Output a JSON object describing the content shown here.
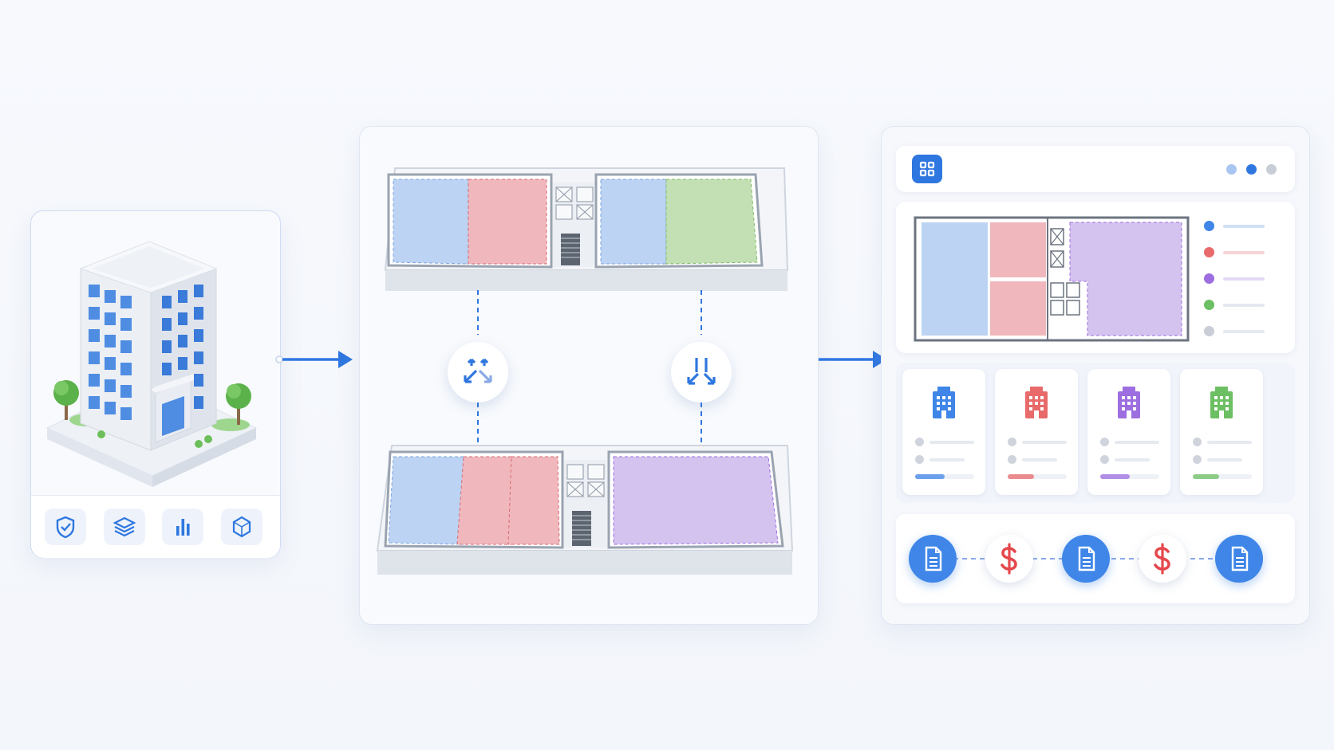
{
  "colors": {
    "accent": "#2f77e0",
    "blue_zone": "#bcd3f3",
    "red_zone": "#f0b8bc",
    "green_zone": "#c3e0b4",
    "purple_zone": "#d4c2ef",
    "gray": "#c8cdd6"
  },
  "building_card": {
    "icons": [
      "shield-icon",
      "layers-icon",
      "bar-chart-icon",
      "hexagon-icon"
    ]
  },
  "floorplans_card": {
    "transition_icons": [
      "split-arrows-icon",
      "merge-arrows-icon"
    ]
  },
  "dashboard_card": {
    "header_icon": "grid-icon",
    "window_dots": [
      "#a9c6f2",
      "#2f77e0",
      "#c8cdd6"
    ],
    "legend_colors": [
      "#3f86e8",
      "#e86a6a",
      "#9d6ee0",
      "#6cbf62",
      "#c8cdd6"
    ],
    "tenant_cards": [
      {
        "icon": "building-icon",
        "color": "#3f86e8",
        "progress": 0.5
      },
      {
        "icon": "building-icon",
        "color": "#e86a6a",
        "progress": 0.45
      },
      {
        "icon": "building-icon",
        "color": "#9d6ee0",
        "progress": 0.5
      },
      {
        "icon": "building-icon",
        "color": "#6cbf62",
        "progress": 0.45
      }
    ],
    "flow_steps": [
      "document-icon",
      "dollar-icon",
      "document-icon",
      "dollar-icon",
      "document-icon"
    ]
  }
}
